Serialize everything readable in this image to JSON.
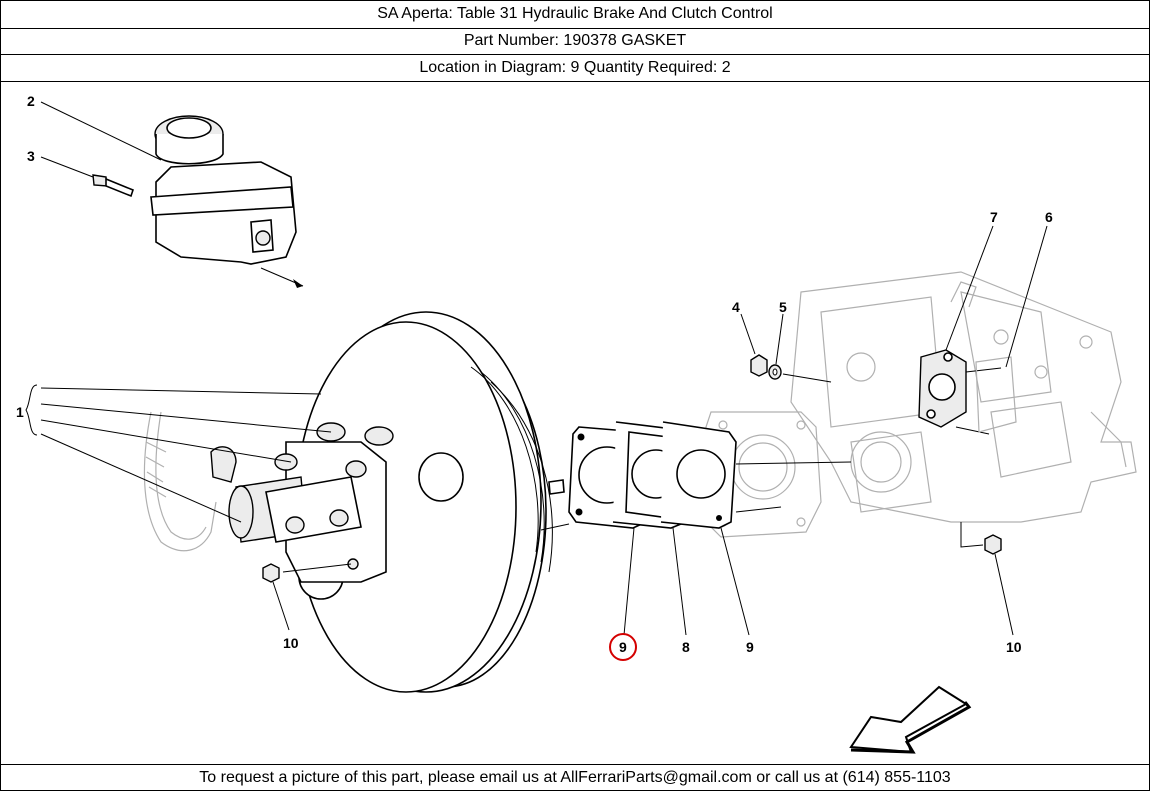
{
  "header": {
    "title": "SA Aperta:   Table 31 Hydraulic Brake And Clutch Control",
    "part_number": "Part Number: 190378   GASKET",
    "location": "Location in Diagram: 9   Quantity Required: 2"
  },
  "diagram": {
    "callouts": {
      "c1": "1",
      "c2": "2",
      "c3": "3",
      "c4": "4",
      "c5": "5",
      "c6": "6",
      "c7": "7",
      "c8": "8",
      "c9_highlight": "9",
      "c9": "9",
      "c10_left": "10",
      "c10_right": "10"
    },
    "highlight_color": "#d40000"
  },
  "footer": {
    "text": "To request a picture of this part, please email us at AllFerrariParts@gmail.com or call us at (614) 855-1103"
  }
}
